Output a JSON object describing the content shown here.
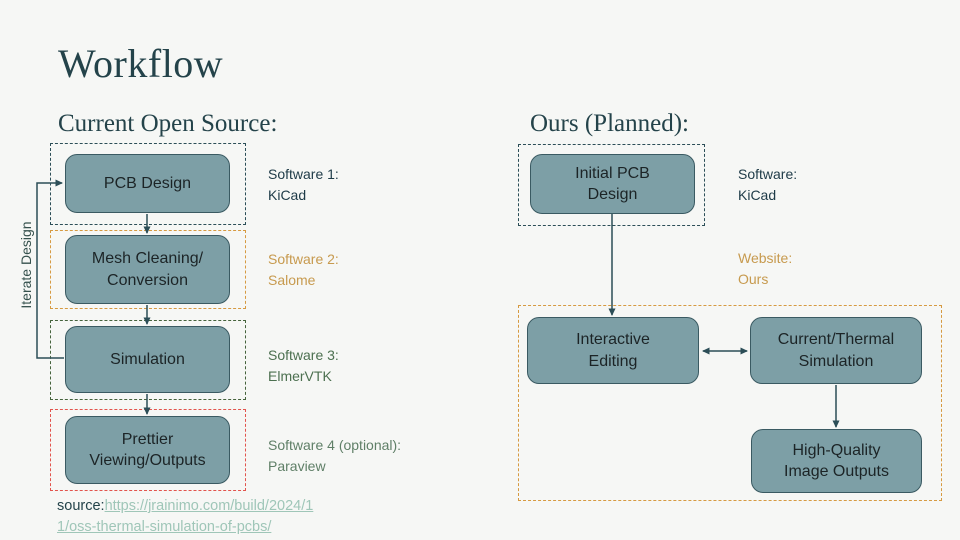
{
  "colors": {
    "background": "#f6f7f5",
    "heading_text": "#24434a",
    "box_fill": "#7d9fa6",
    "box_border": "#3a5a62",
    "box_text": "#1c2426",
    "arrow": "#2c4e57",
    "link": "#9fc6b8"
  },
  "title": "Workflow",
  "left": {
    "heading": "Current Open Source:",
    "iterate_label": "Iterate Design",
    "steps": [
      {
        "lines": [
          "PCB Design"
        ],
        "frame_color": "#2c4e57",
        "note_lines": [
          "Software 1:",
          "KiCad"
        ],
        "note_color": "#1d3a47"
      },
      {
        "lines": [
          "Mesh Cleaning/",
          "Conversion"
        ],
        "frame_color": "#d69a41",
        "note_lines": [
          "Software 2:",
          "Salome"
        ],
        "note_color": "#c79a4e"
      },
      {
        "lines": [
          "Simulation"
        ],
        "frame_color": "#45633c",
        "note_lines": [
          "Software 3:",
          "ElmerVTK"
        ],
        "note_color": "#4c7050"
      },
      {
        "lines": [
          "Prettier",
          "Viewing/Outputs"
        ],
        "frame_color": "#e2544d",
        "note_lines": [
          "Software 4 (optional):",
          "Paraview"
        ],
        "note_color": "#5f7f67"
      }
    ]
  },
  "right": {
    "heading": "Ours (Planned):",
    "initial_step": {
      "lines": [
        "Initial PCB",
        "Design"
      ],
      "frame_color": "#2c4e57",
      "note_lines": [
        "Software:",
        "KiCad"
      ],
      "note_color": "#1d3a47"
    },
    "website_note": {
      "lines": [
        "Website:",
        "Ours"
      ],
      "color": "#c79a4e"
    },
    "planned_group": {
      "frame_color": "#d69a41",
      "steps": [
        {
          "lines": [
            "Interactive",
            "Editing"
          ]
        },
        {
          "lines": [
            "Current/Thermal",
            "Simulation"
          ]
        },
        {
          "lines": [
            "High-Quality",
            "Image Outputs"
          ]
        }
      ]
    }
  },
  "footer": {
    "source_label": "source:",
    "link_line1": "https://jrainimo.com/build/2024/1",
    "link_line2": "1/oss-thermal-simulation-of-pcbs/",
    "link_color": "#9fc6b8"
  }
}
